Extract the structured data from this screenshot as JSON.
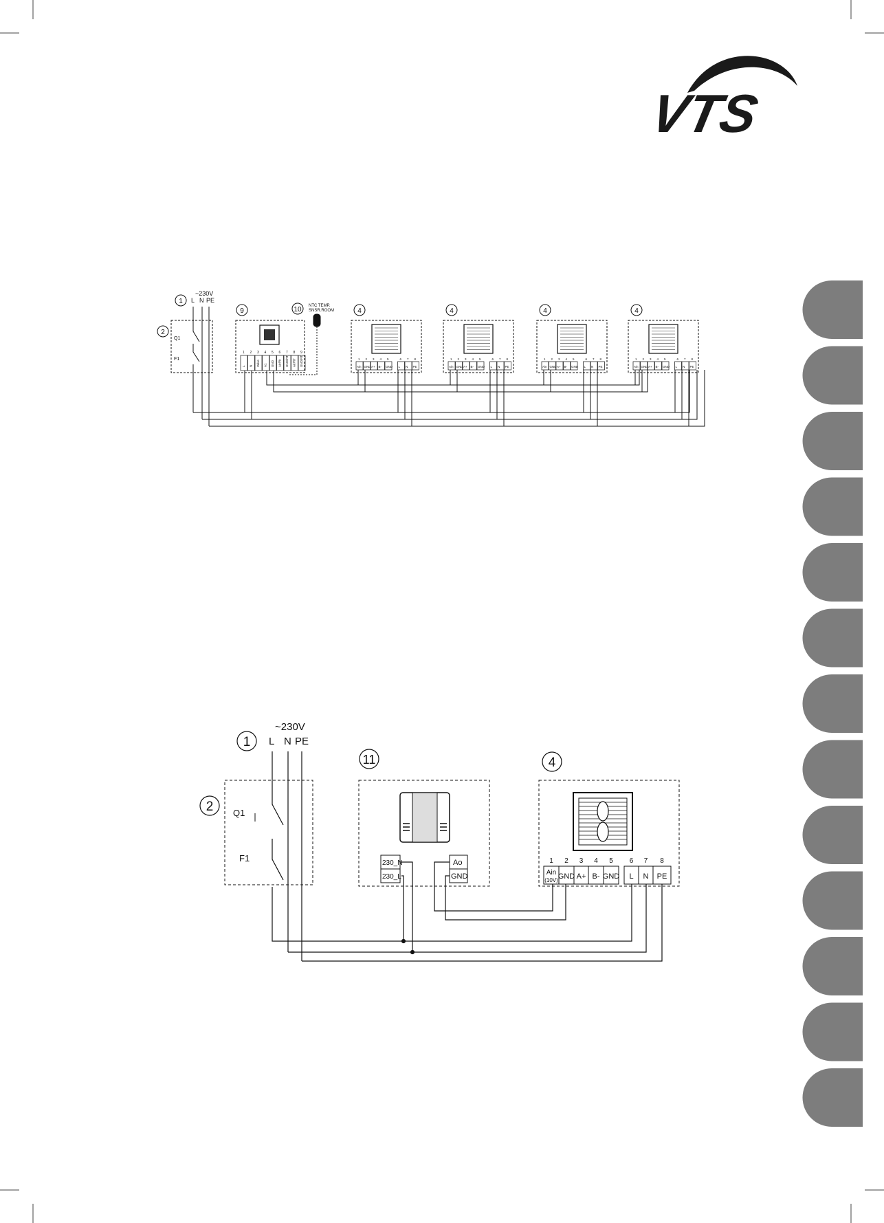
{
  "brand": {
    "logo_text": "VTS",
    "colors": {
      "ink": "#1a1a1a",
      "tab": "#7d7d7d"
    }
  },
  "diagram_top": {
    "supply": {
      "number": "1",
      "voltage": "~230V",
      "L": "L",
      "N": "N",
      "PE": "PE"
    },
    "breaker_box": {
      "number": "2",
      "q1": "Q1",
      "f1": "F1"
    },
    "controller": {
      "number": "9",
      "terminal_nums": [
        "1",
        "2",
        "3",
        "4",
        "5",
        "6",
        "7",
        "8",
        "9"
      ],
      "terminal_labels": [
        "L",
        "N",
        "Valve",
        "A1",
        "GND",
        "AIr/Rt",
        "GND/RT",
        "AIr/RT",
        "GND/RT"
      ]
    },
    "sensor": {
      "number": "10",
      "label_line1": "NTC TEMP.",
      "label_line2": "SNSR.ROOM"
    },
    "fans": [
      {
        "number": "4"
      },
      {
        "number": "4"
      },
      {
        "number": "4"
      },
      {
        "number": "4"
      }
    ],
    "fan_terminal_nums": [
      "1",
      "2",
      "3",
      "4",
      "5",
      "6",
      "7",
      "8"
    ],
    "fan_terminal_labels": [
      "Ain",
      "GND",
      "A+",
      "B-",
      "GND",
      "L",
      "N",
      "PE"
    ]
  },
  "diagram_bottom": {
    "supply": {
      "number": "1",
      "voltage": "~230V",
      "L": "L",
      "N": "N",
      "PE": "PE"
    },
    "breaker_box": {
      "number": "2",
      "q1": "Q1",
      "f1": "F1"
    },
    "controller": {
      "number": "11",
      "t_230n": "230_N",
      "t_230l": "230_L",
      "t_ao": "Ao",
      "t_gnd": "GND"
    },
    "fan": {
      "number": "4",
      "terminal_nums": [
        "1",
        "2",
        "3",
        "4",
        "5",
        "6",
        "7",
        "8"
      ],
      "terminal_labels": [
        "Ain",
        "GND",
        "A+",
        "B-",
        "GND",
        "L",
        "N",
        "PE"
      ],
      "ain_sub": "(10V)"
    }
  }
}
